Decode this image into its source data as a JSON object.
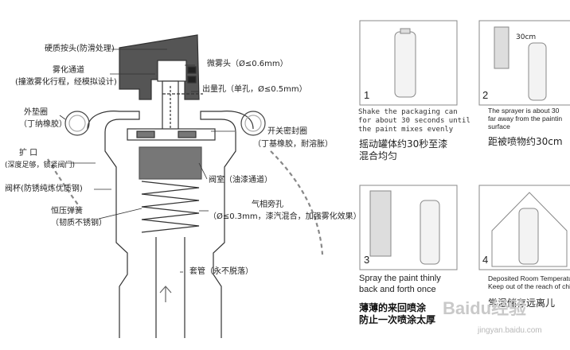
{
  "diagram": {
    "labels": {
      "hard_cap": "硬质按头(防滑处理)",
      "atomizing_channel_1": "雾化通道",
      "atomizing_channel_2": "(撞激雾化行程，经模拟设计)",
      "micro_nozzle": "微雾头（Ø≤0.6mm）",
      "outlet_hole": "出量孔（单孔，Ø≤0.5mm）",
      "outer_gasket_1": "外垫圈",
      "outer_gasket_2": "（丁纳橡胶）",
      "seal_ring_1": "开关密封圈",
      "seal_ring_2": "（丁基橡胶，耐溶胀）",
      "expand_1": "扩    口",
      "expand_2": "(深度足够，锁紧阀门)",
      "valve_cup": "阀杯(防锈纯炼优质钢)",
      "valve_chamber": "阀室（油漆通道）",
      "spring_1": "恒压弹簧",
      "spring_2": "（韧质不锈钢）",
      "vapor_hole_1": "气相旁孔",
      "vapor_hole_2": "（Ø≤0.3mm，漆汽混合，加强雾化效果）",
      "dip_tube": "套管（永不脱落）"
    }
  },
  "steps": [
    {
      "number": "1",
      "en_lines": [
        "Shake the packaging can",
        "for about 30 seconds until",
        "the paint mixes evenly"
      ],
      "zh_lines": [
        "摇动罐体约30秒至漆",
        "混合均匀"
      ]
    },
    {
      "number": "2",
      "inset": "30cm",
      "en_lines": [
        "The sprayer is about 30",
        "far away from the paintin",
        "surface"
      ],
      "zh_lines": [
        "距被喷物约30cm"
      ]
    },
    {
      "number": "3",
      "en_lines": [
        "Spray the paint thinly",
        "back and forth once"
      ],
      "zh_lines": [
        "薄薄的来回喷涂",
        "防止一次喷涂太厚"
      ]
    },
    {
      "number": "4",
      "en_lines": [
        "Deposited Room Temperatu",
        "Keep out of the reach of chilc"
      ],
      "zh_lines": [
        "常温储存远离儿"
      ]
    }
  ],
  "watermark": {
    "brand": "Baidu经验",
    "url": "jingyan.baidu.com"
  }
}
